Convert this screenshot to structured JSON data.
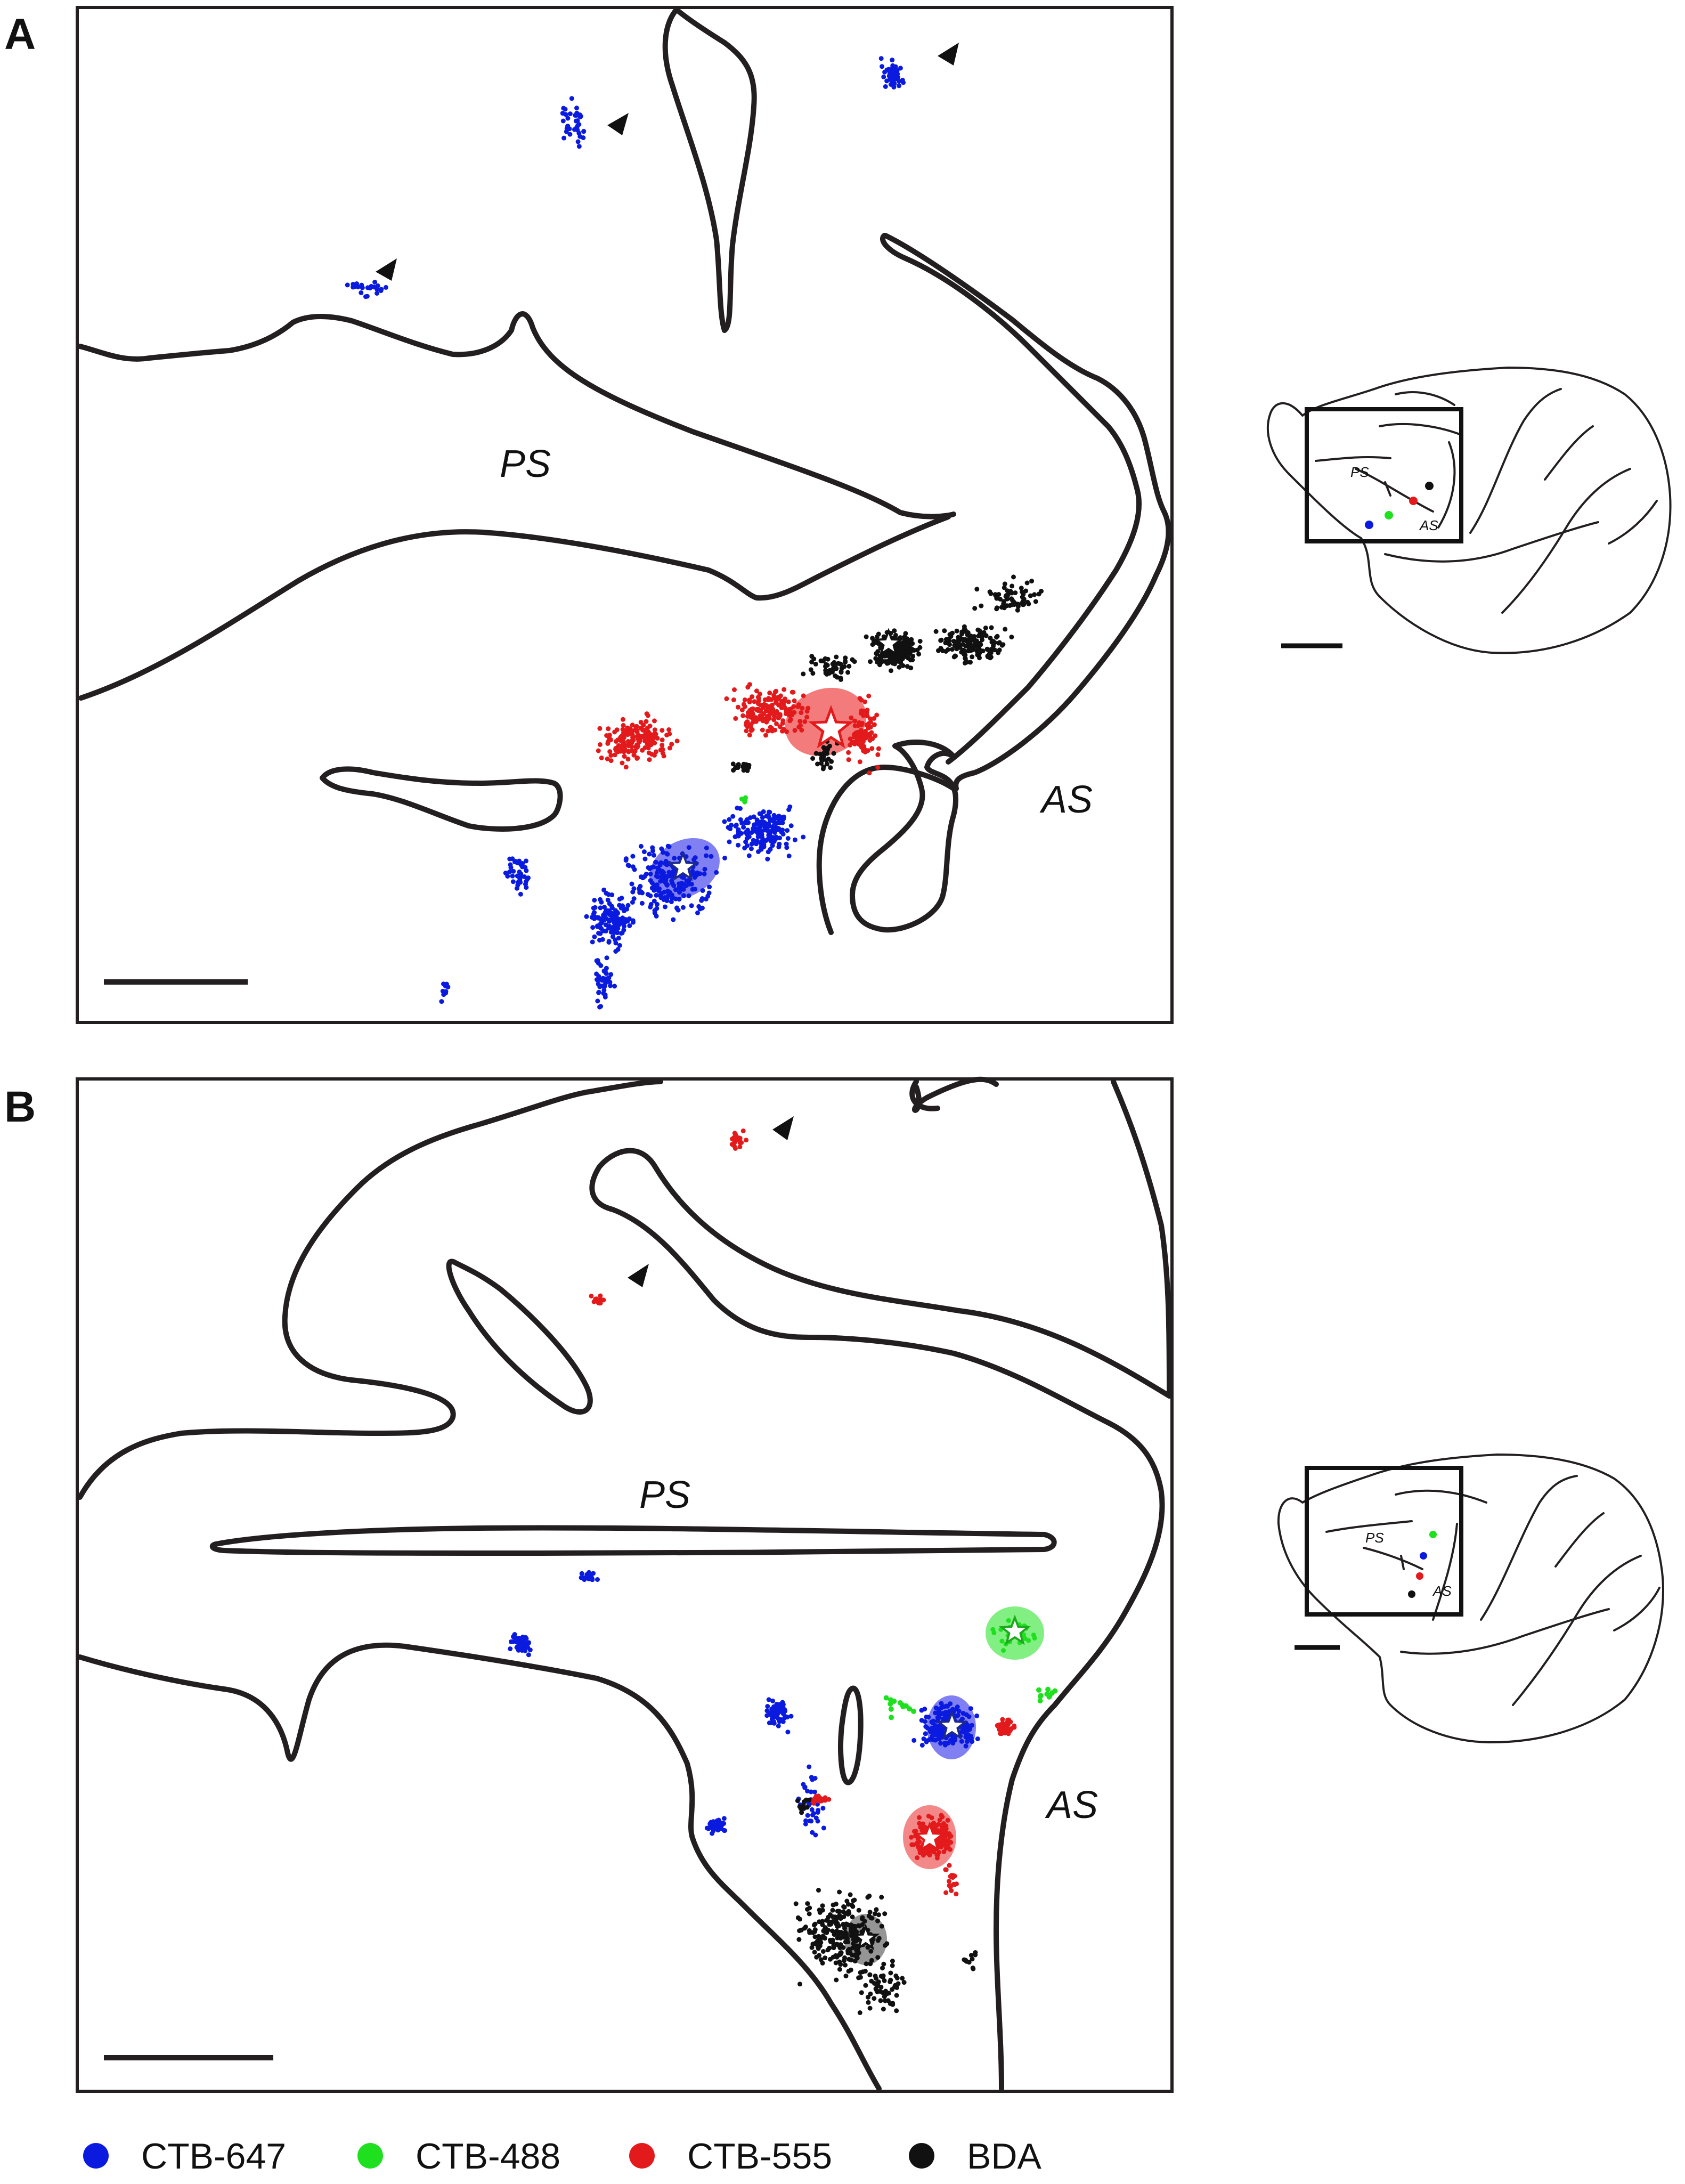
{
  "panels": [
    {
      "letter": "A",
      "labels": {
        "ps": "PS",
        "as": "AS"
      },
      "inset": {
        "ps": "PS",
        "as": "AS"
      }
    },
    {
      "letter": "B",
      "labels": {
        "ps": "PS",
        "as": "AS"
      },
      "inset": {
        "ps": "PS",
        "as": "AS"
      }
    }
  ],
  "legend": [
    {
      "label": "CTB-647",
      "color": "#0a1adf"
    },
    {
      "label": "CTB-488",
      "color": "#1ee01e"
    },
    {
      "label": "CTB-555",
      "color": "#e31a1c"
    },
    {
      "label": "BDA",
      "color": "#111111"
    }
  ],
  "colors": {
    "outline": "#231f20",
    "ctb647": "#0a1adf",
    "ctb488": "#1ee01e",
    "ctb555": "#e31a1c",
    "bda": "#111111"
  },
  "icons": {
    "injection_site": "star-icon",
    "labeled_cluster": "arrowhead-icon"
  }
}
